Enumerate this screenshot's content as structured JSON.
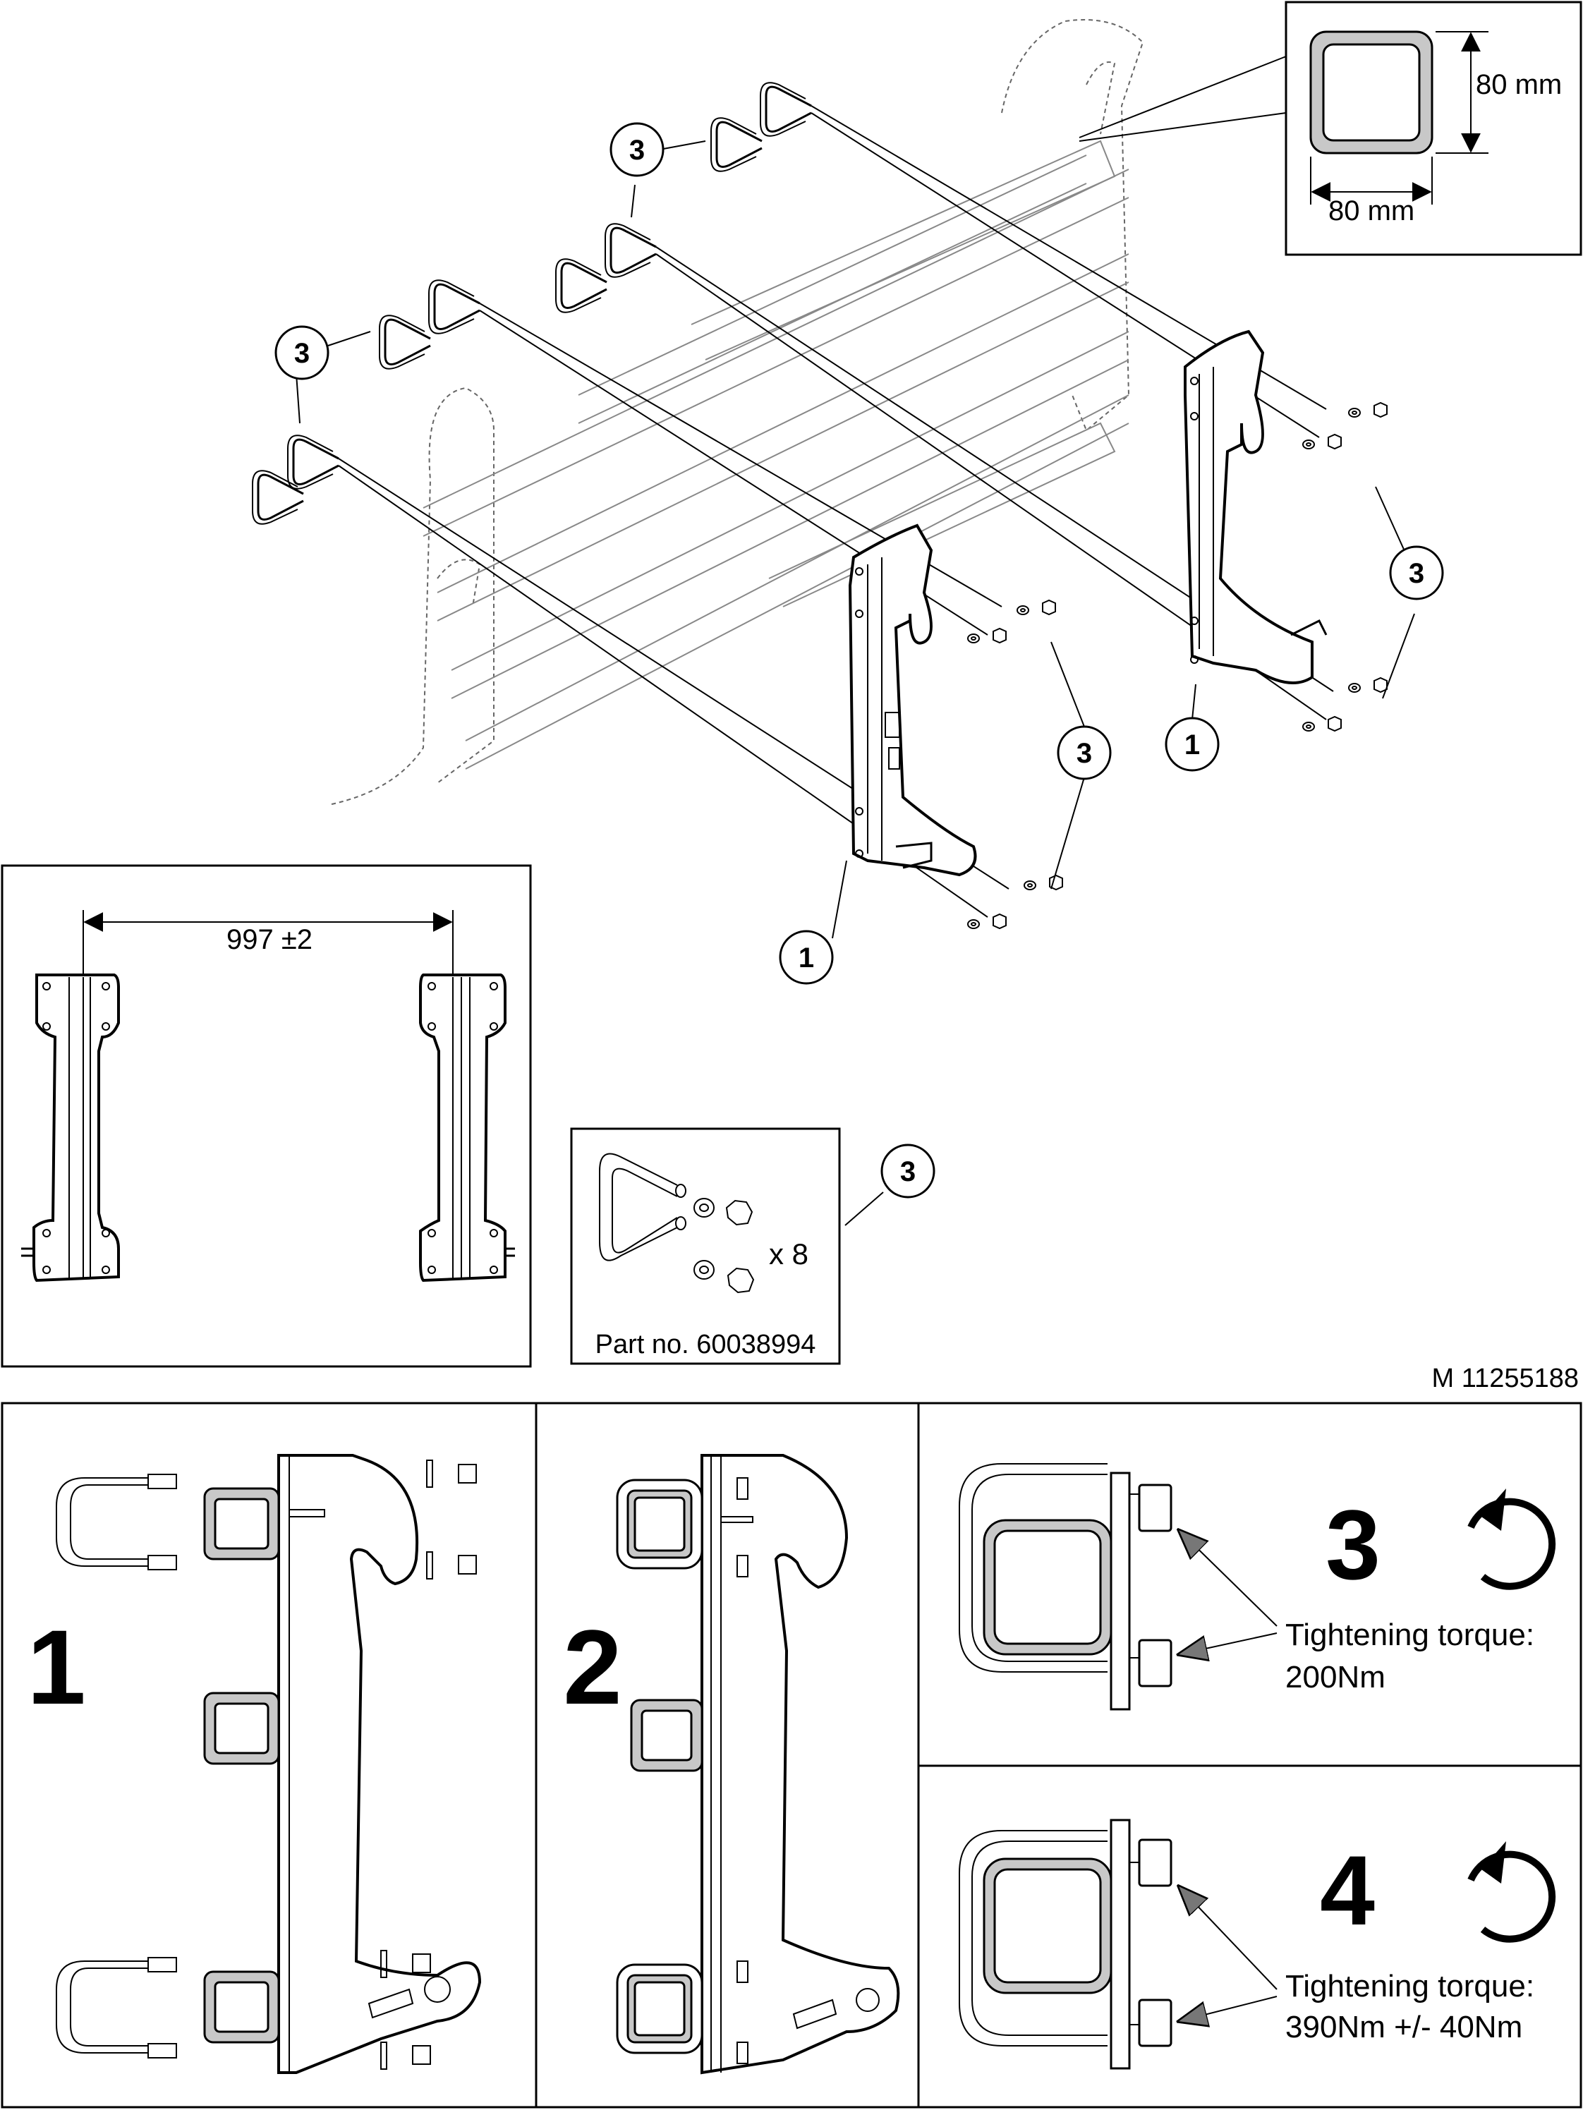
{
  "tube_section": {
    "height_label": "80 mm",
    "width_label": "80 mm"
  },
  "callouts": {
    "bracket": "1",
    "ubolt_kit": "3"
  },
  "spacing": {
    "label": "997 ±2"
  },
  "kit": {
    "quantity": "x 8",
    "part_no": "Part no. 60038994"
  },
  "drawing_ref": "M 11255188",
  "steps": [
    {
      "number": "1"
    },
    {
      "number": "2"
    },
    {
      "number": "3",
      "torque_label": "Tightening torque:",
      "torque_value": "200Nm"
    },
    {
      "number": "4",
      "torque_label": "Tightening torque:",
      "torque_value": "390Nm +/- 40Nm"
    }
  ],
  "icons": {
    "rotate": "clockwise-rotate-icon"
  }
}
